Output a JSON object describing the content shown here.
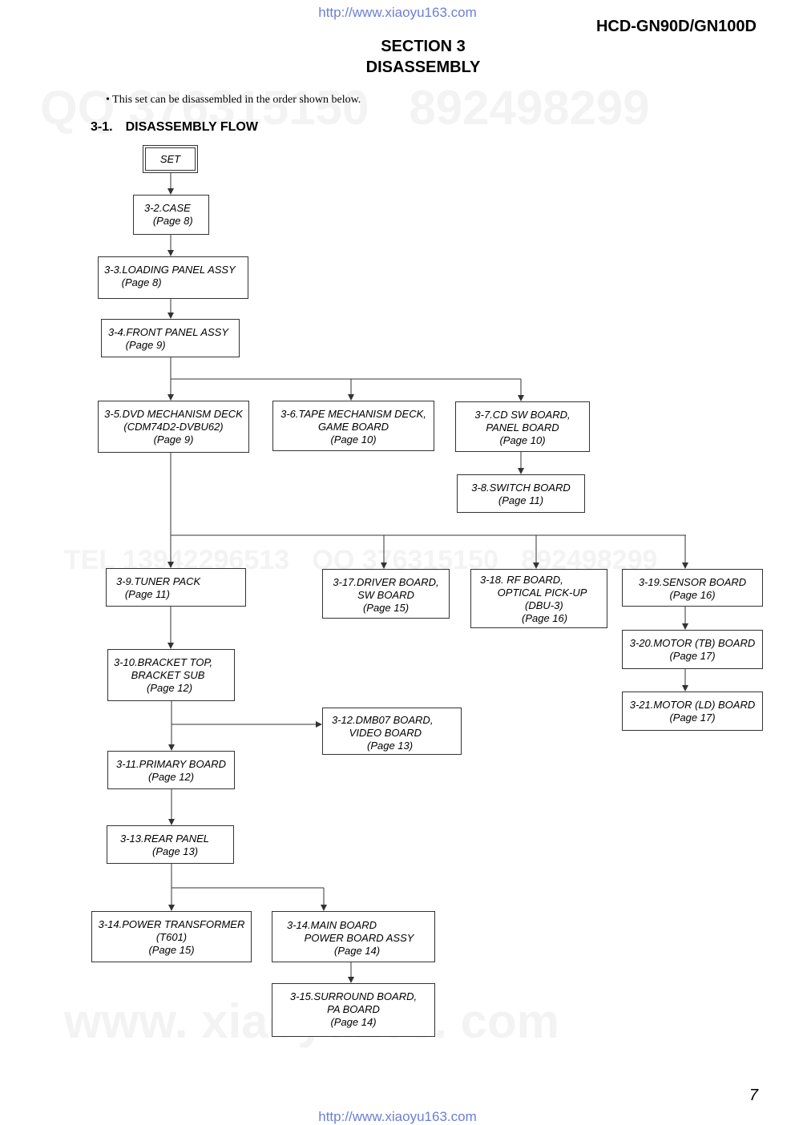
{
  "header": {
    "url": "http://www.xiaoyu163.com",
    "model": "HCD-GN90D/GN100D",
    "section": "SECTION 3",
    "section_title": "DISASSEMBLY"
  },
  "intro": "• This set can be disassembled in the order shown below.",
  "flow": {
    "number": "3-1.",
    "title": "DISASSEMBLY  FLOW"
  },
  "boxes": {
    "set": "SET",
    "b32": [
      "3-2.CASE",
      "   (Page 8)"
    ],
    "b33": [
      "3-3.LOADING PANEL ASSY",
      "      (Page 8)"
    ],
    "b34": [
      "3-4.FRONT PANEL ASSY",
      "      (Page 9)"
    ],
    "b35": [
      "3-5.DVD MECHANISM DECK",
      "(CDM74D2-DVBU62)",
      "(Page 9)"
    ],
    "b36": [
      "3-6.TAPE MECHANISM DECK,",
      "GAME BOARD",
      "(Page 10)"
    ],
    "b37": [
      "3-7.CD SW BOARD,",
      "PANEL BOARD",
      "(Page 10)"
    ],
    "b38": [
      "3-8.SWITCH BOARD",
      "(Page 11)"
    ],
    "b39": [
      "3-9.TUNER PACK",
      "   (Page 11)"
    ],
    "b317": [
      "3-17.DRIVER BOARD,",
      "SW BOARD",
      "(Page 15)"
    ],
    "b318": [
      "3-18. RF BOARD,",
      "      OPTICAL PICK-UP",
      "(DBU-3)",
      "(Page 16)"
    ],
    "b319": [
      "3-19.SENSOR BOARD",
      "(Page 16)"
    ],
    "b320": [
      "3-20.MOTOR (TB) BOARD",
      "(Page 17)"
    ],
    "b321": [
      "3-21.MOTOR (LD) BOARD",
      "(Page 17)"
    ],
    "b310": [
      "3-10.BRACKET TOP,",
      "      BRACKET SUB",
      "(Page 12)"
    ],
    "b312": [
      "3-12.DMB07 BOARD,",
      "      VIDEO BOARD",
      "(Page 13)"
    ],
    "b311": [
      "3-11.PRIMARY BOARD",
      "(Page 12)"
    ],
    "b313": [
      "3-13.REAR PANEL",
      "(Page 13)"
    ],
    "b314a": [
      "3-14.POWER TRANSFORMER",
      "(T601)",
      "(Page 15)"
    ],
    "b314b": [
      "3-14.MAIN BOARD",
      "      POWER BOARD ASSY",
      "(Page 14)"
    ],
    "b315": [
      "3-15.SURROUND BOARD,",
      "PA BOARD",
      "(Page 14)"
    ]
  },
  "page_number": "7"
}
